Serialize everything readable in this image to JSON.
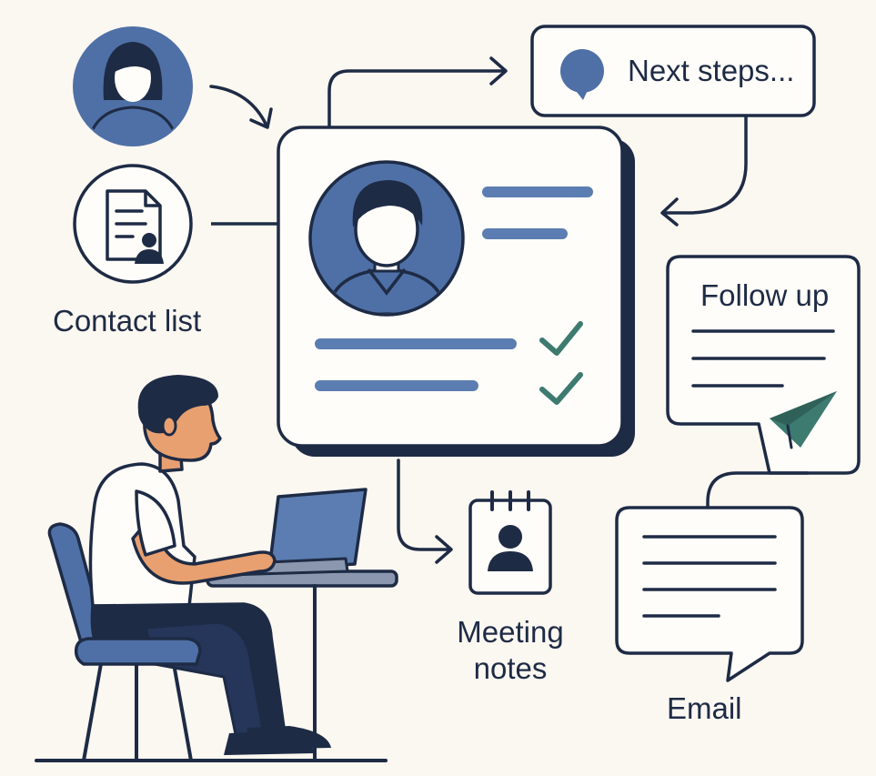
{
  "labels": {
    "next_steps": "Next steps...",
    "contact_list": "Contact list",
    "follow_up": "Follow up",
    "meeting_notes_line1": "Meeting",
    "meeting_notes_line2": "notes",
    "email": "Email"
  },
  "icons": [
    "user-avatar-icon",
    "document-user-icon",
    "chat-bubble-icon",
    "profile-avatar-icon",
    "checkmark-icon",
    "calendar-user-icon",
    "paper-plane-icon",
    "arrow-icon"
  ],
  "colors": {
    "background": "#FBF7F1",
    "outline": "#1E2B45",
    "blue": "#4F70A6",
    "light_blue": "#5B7DB1",
    "teal": "#3D7A70",
    "skin": "#E8A070",
    "hair": "#1E2B45",
    "card": "#FFFDF9"
  }
}
